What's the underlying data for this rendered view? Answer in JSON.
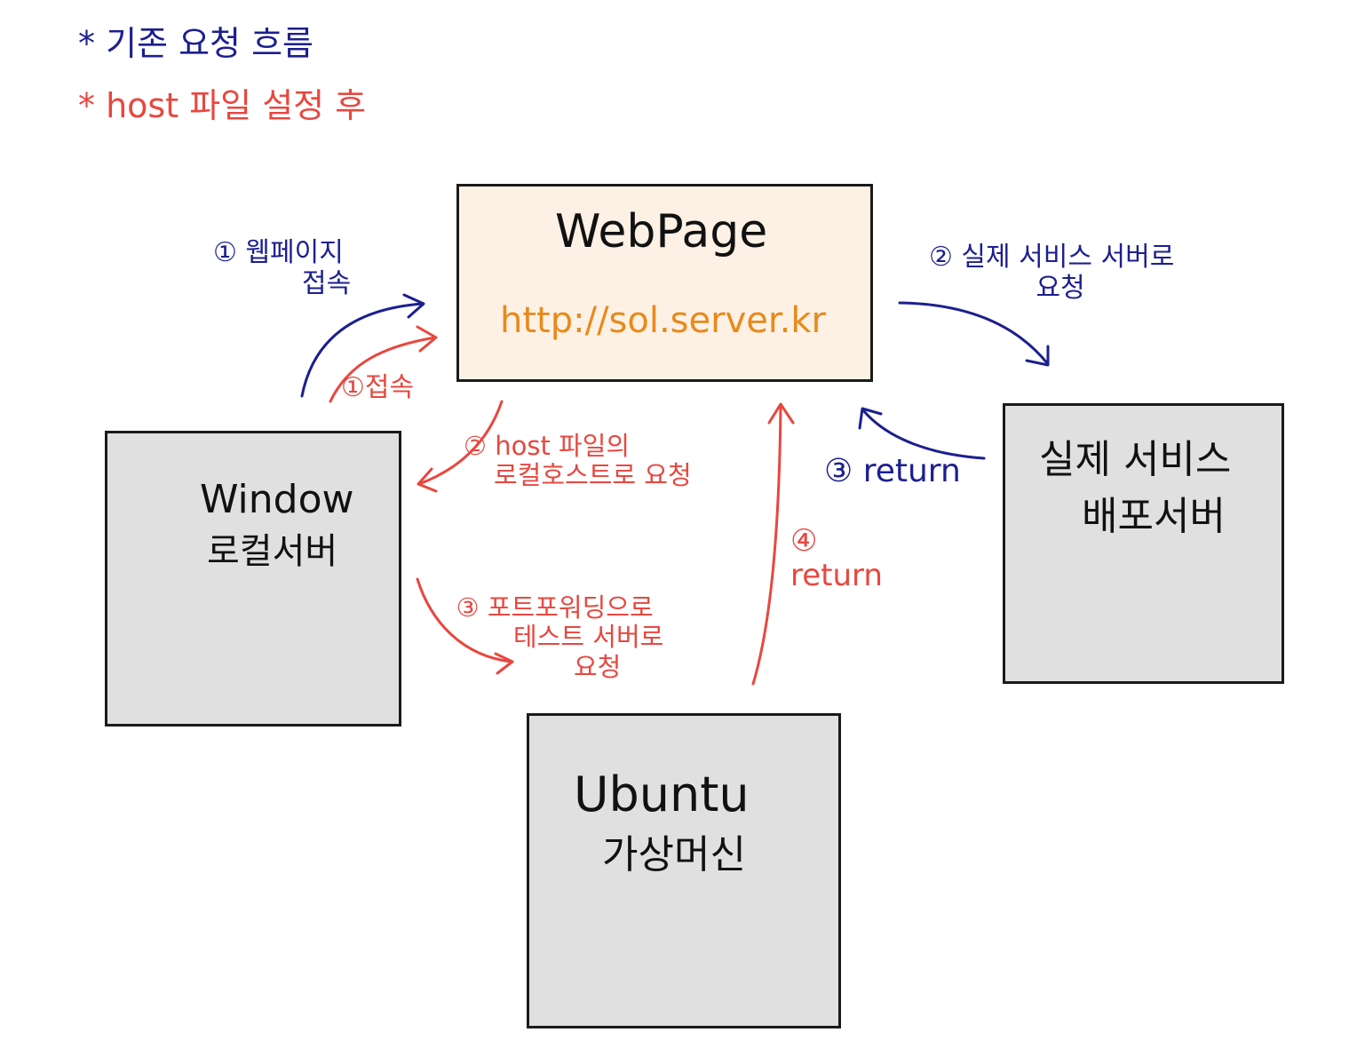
{
  "legend": {
    "basic_flow": "* 기존 요청 흐름",
    "after_host": "* host 파일 설정 후"
  },
  "nodes": {
    "webpage": {
      "title": "WebPage",
      "url": "http://sol.server.kr"
    },
    "window": {
      "line1": "Window",
      "line2": "로컬서버"
    },
    "real_server": {
      "line1": "실제 서비스",
      "line2": "배포서버"
    },
    "ubuntu": {
      "line1": "Ubuntu",
      "line2": "가상머신"
    }
  },
  "edges": {
    "blue_1": {
      "line1": "① 웹페이지",
      "line2": "접속"
    },
    "blue_2": {
      "line1": "② 실제 서비스 서버로",
      "line2": "요청"
    },
    "blue_3": "③ return",
    "red_1": "①접속",
    "red_2": {
      "line1": "② host 파일의",
      "line2": "로컬호스트로 요청"
    },
    "red_3": {
      "line1": "③ 포트포워딩으로",
      "line2": "테스트 서버로",
      "line3": "요청"
    },
    "red_4": {
      "line1": "④",
      "line2": "return"
    }
  },
  "colors": {
    "basic_flow": "#1c1f8f",
    "host_flow": "#e8473f",
    "url": "#e88a1a",
    "webpage_fill": "#fdf1e6",
    "server_fill": "#e0e0e0"
  }
}
